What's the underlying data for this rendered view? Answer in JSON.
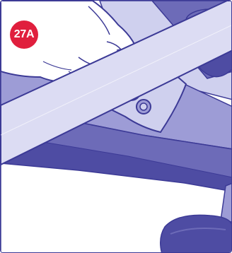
{
  "step": {
    "label": "27A",
    "badge_color": "#e01f3d",
    "text_color": "#ffffff"
  },
  "palette": {
    "outline": "#3c3a96",
    "body_light": "#cfd0ee",
    "body_mid": "#9d9cd6",
    "body_dark": "#6d6bb8",
    "body_deep": "#4e4ca3",
    "strap": "#dcdcf3"
  },
  "illustration": {
    "description_icons": [
      "hand-icon",
      "car-seat-buckle",
      "seat-belt-strap",
      "button-knob",
      "cup-holder"
    ]
  }
}
